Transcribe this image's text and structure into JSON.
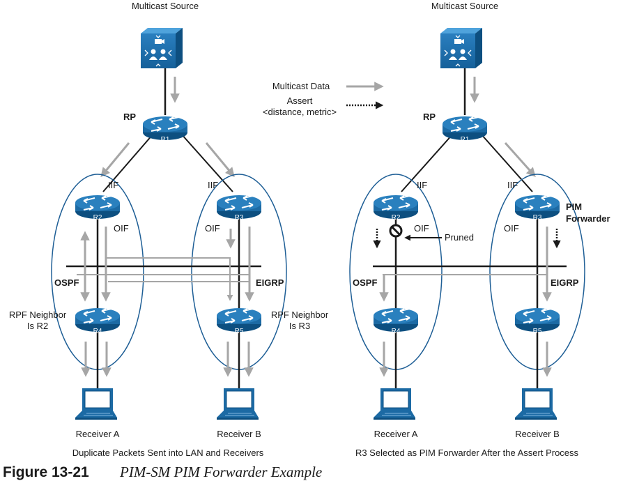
{
  "figure": {
    "number": "Figure 13-21",
    "title": "PIM-SM PIM Forwarder Example"
  },
  "legend": {
    "multicast_data": "Multicast Data",
    "assert_line1": "Assert",
    "assert_line2": "<distance, metric>"
  },
  "left": {
    "source": "Multicast Source",
    "rp": "RP",
    "r1": "R1",
    "r2": "R2",
    "r3": "R3",
    "r4": "R4",
    "r5": "R5",
    "iif_left": "IIF",
    "iif_right": "IIF",
    "oif_left": "OIF",
    "oif_right": "OIF",
    "ospf": "OSPF",
    "eigrp": "EIGRP",
    "rpf_left_1": "RPF Neighbor",
    "rpf_left_2": "Is R2",
    "rpf_right_1": "RPF Neighbor",
    "rpf_right_2": "Is R3",
    "receiver_a": "Receiver A",
    "receiver_b": "Receiver B",
    "caption": "Duplicate Packets Sent into LAN and Receivers"
  },
  "right": {
    "source": "Multicast Source",
    "rp": "RP",
    "r1": "R1",
    "r2": "R2",
    "r3": "R3",
    "r4": "R4",
    "r5": "R5",
    "iif_left": "IIF",
    "iif_right": "IIF",
    "oif_left": "OIF",
    "oif_right": "OIF",
    "pruned": "Pruned",
    "pim_1": "PIM",
    "pim_2": "Forwarder",
    "ospf": "OSPF",
    "eigrp": "EIGRP",
    "receiver_a": "Receiver A",
    "receiver_b": "Receiver B",
    "caption": "R3 Selected as PIM Forwarder After the Assert Process"
  },
  "colors": {
    "device_blue": "#1c6aa4",
    "device_dark": "#0d4f80",
    "arrow_gray": "#a6a6a6",
    "line": "#1a1a1a"
  },
  "icons": [
    "multicast-server-icon",
    "router-icon",
    "laptop-icon",
    "prune-block-icon"
  ]
}
